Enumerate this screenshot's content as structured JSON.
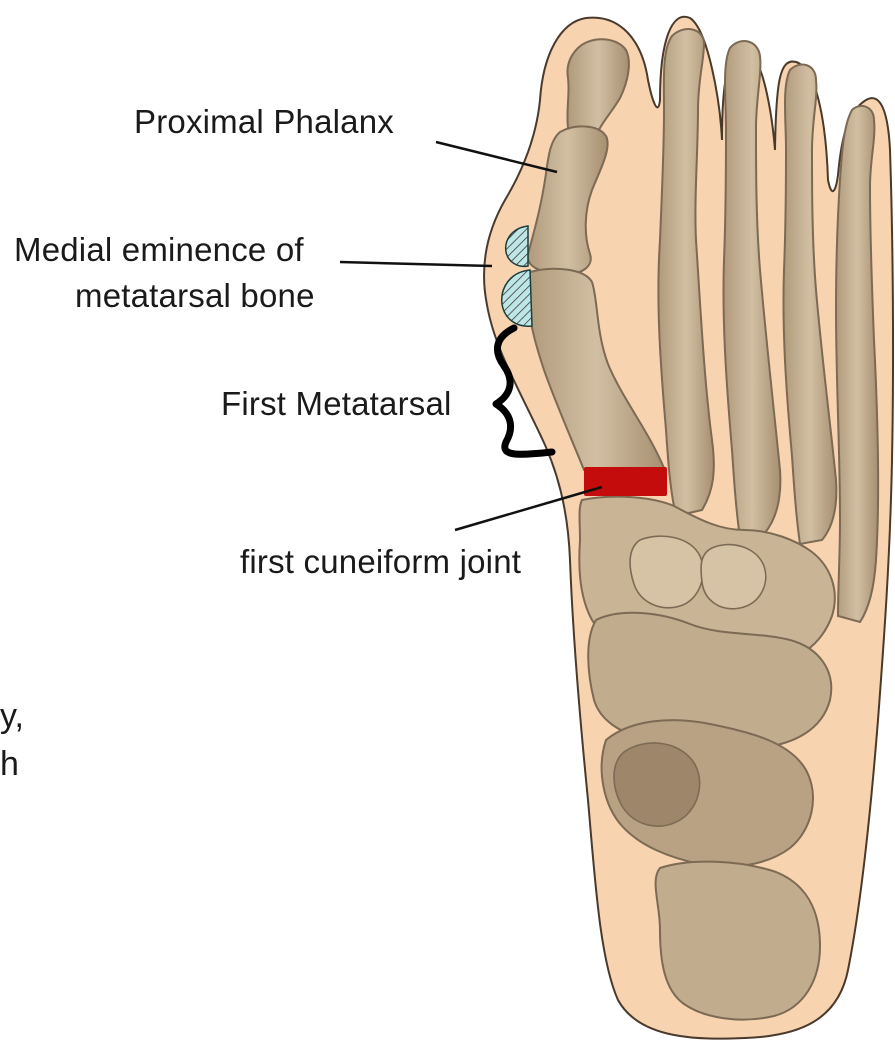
{
  "labels": {
    "proximal_phalanx": "Proximal Phalanx",
    "medial_eminence_line1": "Medial eminence of",
    "medial_eminence_line2": "metatarsal bone",
    "first_metatarsal": "First Metatarsal",
    "first_cuneiform_joint": "first cuneiform joint"
  },
  "cut_off_text": {
    "line1": "y,",
    "line2": "h"
  },
  "colors": {
    "skin": "#f7d3b0",
    "skin_outline": "#4a3a2c",
    "bone": "#c2ac8e",
    "bone_light": "#d6c3a6",
    "bone_dark": "#9d8669",
    "bone_outline": "#7c6a54",
    "eminence_fill": "#bfe6e6",
    "eminence_hatch": "#2c2c2c",
    "cuneiform_marker": "#c40c0c",
    "leader_line": "#111111"
  },
  "icons": {
    "medial_eminence": "hatched-half-circle",
    "first_metatarsal_bracket": "curly-brace"
  }
}
